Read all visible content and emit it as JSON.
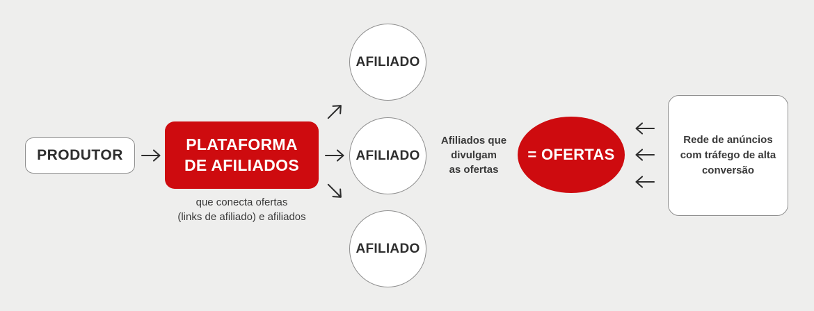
{
  "colors": {
    "bg": "#eeeeed",
    "accent_red": "#ce0b0f",
    "border_gray": "#8f8f8f",
    "text_dark": "#2e2e2e",
    "text_caption": "#3a3a3a"
  },
  "diagram": {
    "produtor": {
      "label": "PRODUTOR"
    },
    "plataforma": {
      "label": "PLATAFORMA\nDE AFILIADOS",
      "caption": "que conecta ofertas\n(links de afiliado) e afiliados"
    },
    "afiliados": [
      {
        "label": "AFILIADO"
      },
      {
        "label": "AFILIADO"
      },
      {
        "label": "AFILIADO"
      }
    ],
    "afiliados_note": "Afiliados que\ndivulgam\nas ofertas",
    "ofertas": {
      "label": "= OFERTAS"
    },
    "rede": {
      "label": "Rede de anúncios\ncom tráfego de alta\nconversão"
    },
    "icons": {
      "flow_arrows": [
        "arrow-right-icon",
        "arrow-up-right-icon",
        "arrow-right-icon",
        "arrow-down-right-icon",
        "arrow-left-icon",
        "arrow-left-icon",
        "arrow-left-icon"
      ]
    }
  }
}
